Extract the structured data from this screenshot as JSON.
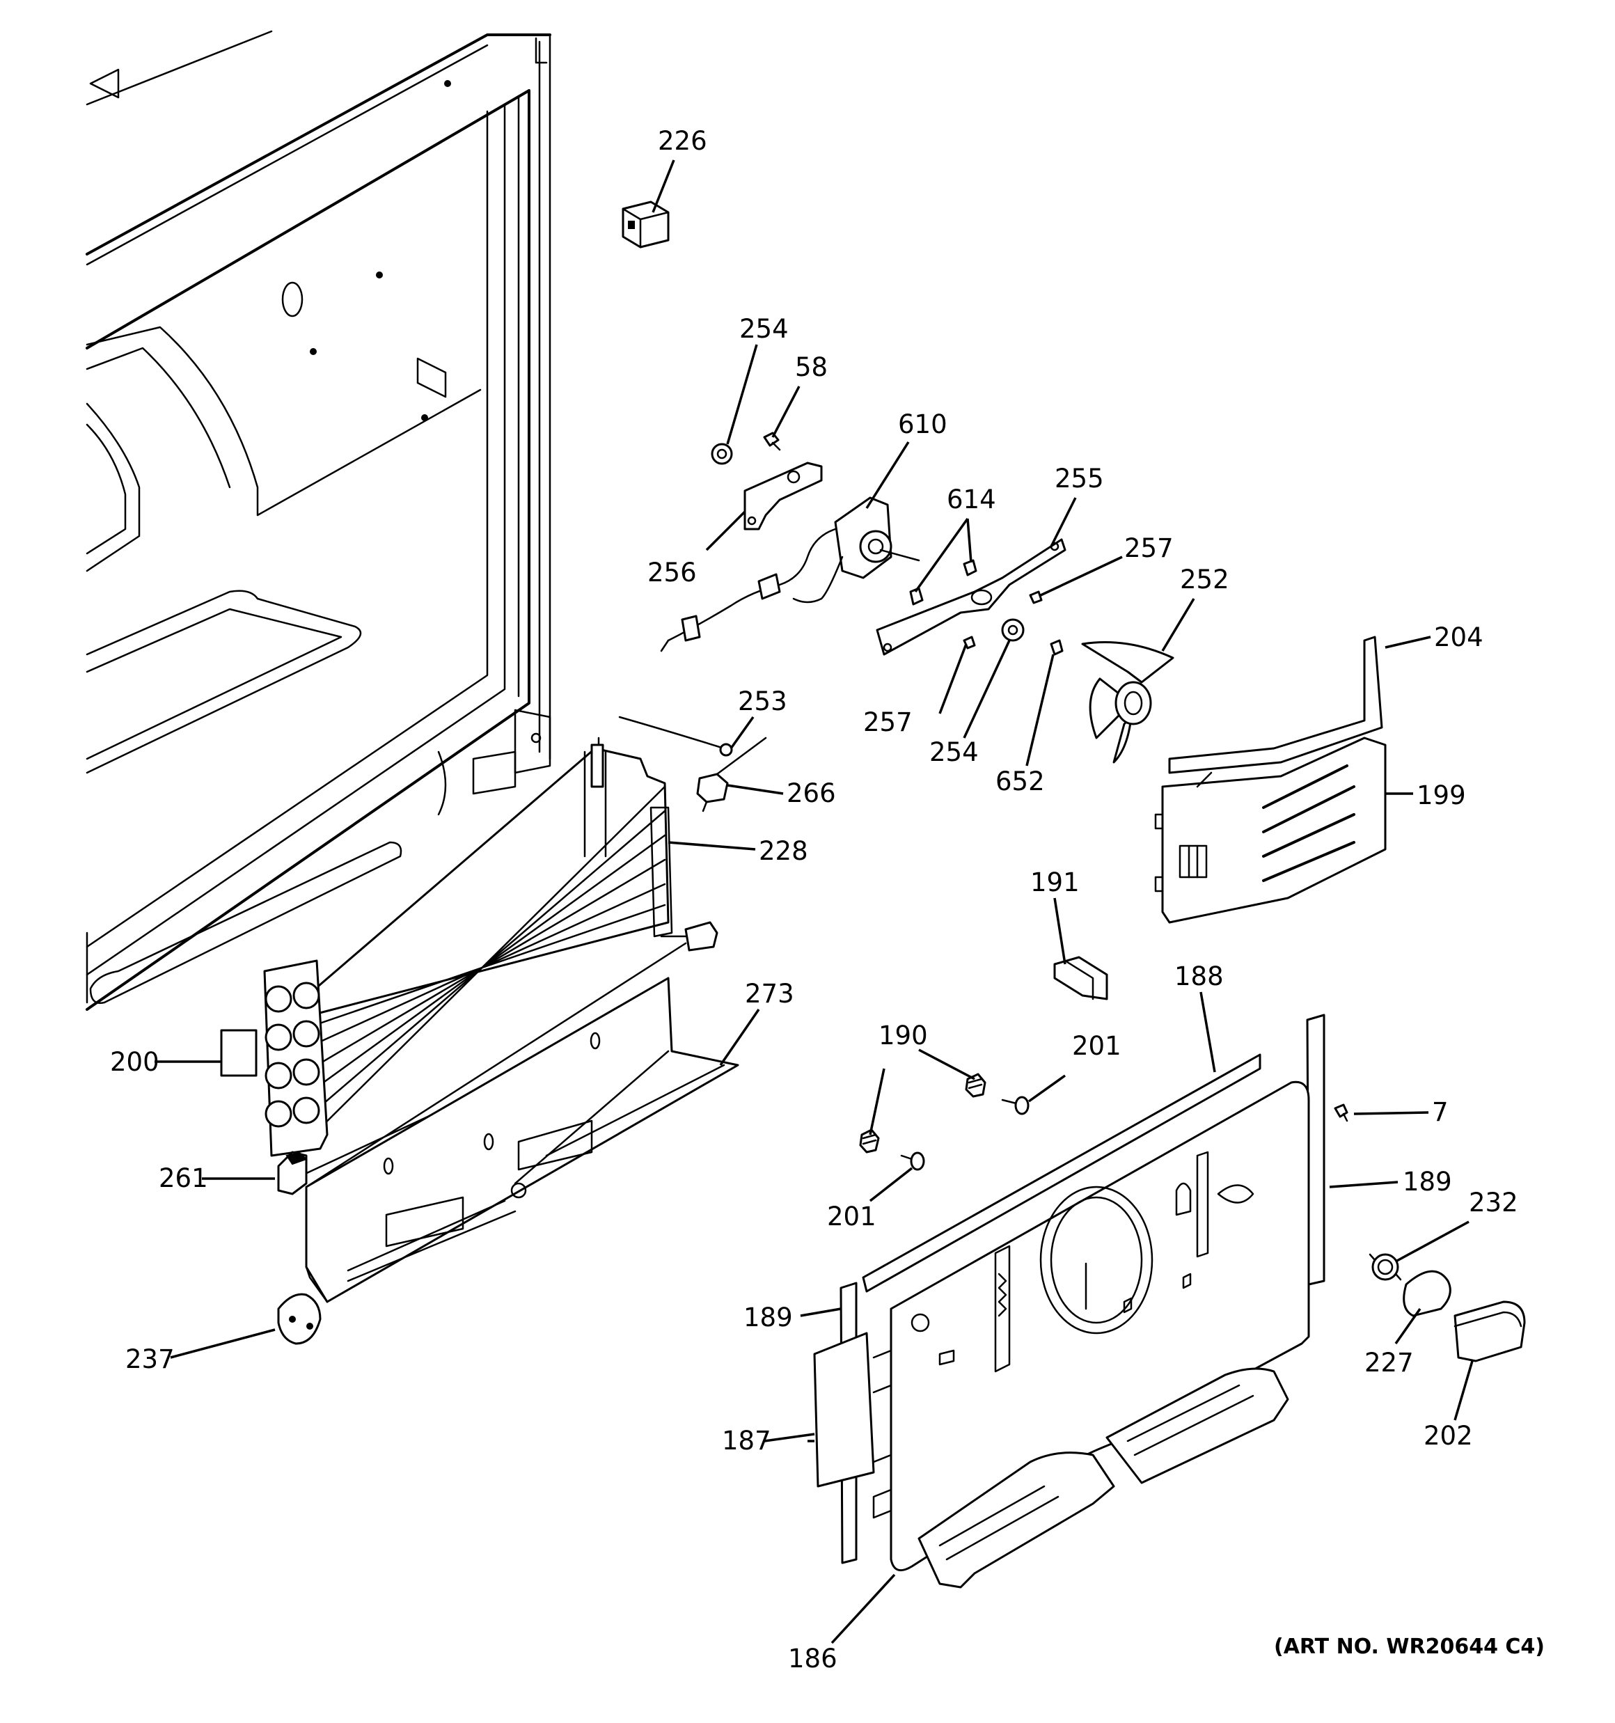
{
  "diagram": {
    "art_number": "(ART NO. WR20644 C4)",
    "callouts": {
      "c226": "226",
      "c254_top": "254",
      "c58": "58",
      "c610": "610",
      "c614": "614",
      "c255": "255",
      "c257_upper": "257",
      "c252": "252",
      "c256": "256",
      "c257_lower": "257",
      "c254_lower": "254",
      "c652": "652",
      "c253": "253",
      "c266": "266",
      "c228": "228",
      "c204": "204",
      "c199": "199",
      "c191": "191",
      "c273": "273",
      "c200": "200",
      "c188": "188",
      "c190": "190",
      "c201_upper": "201",
      "c261": "261",
      "c201_lower": "201",
      "c7": "7",
      "c189_right": "189",
      "c232": "232",
      "c189_left": "189",
      "c237": "237",
      "c227": "227",
      "c187": "187",
      "c202": "202",
      "c186": "186"
    }
  }
}
